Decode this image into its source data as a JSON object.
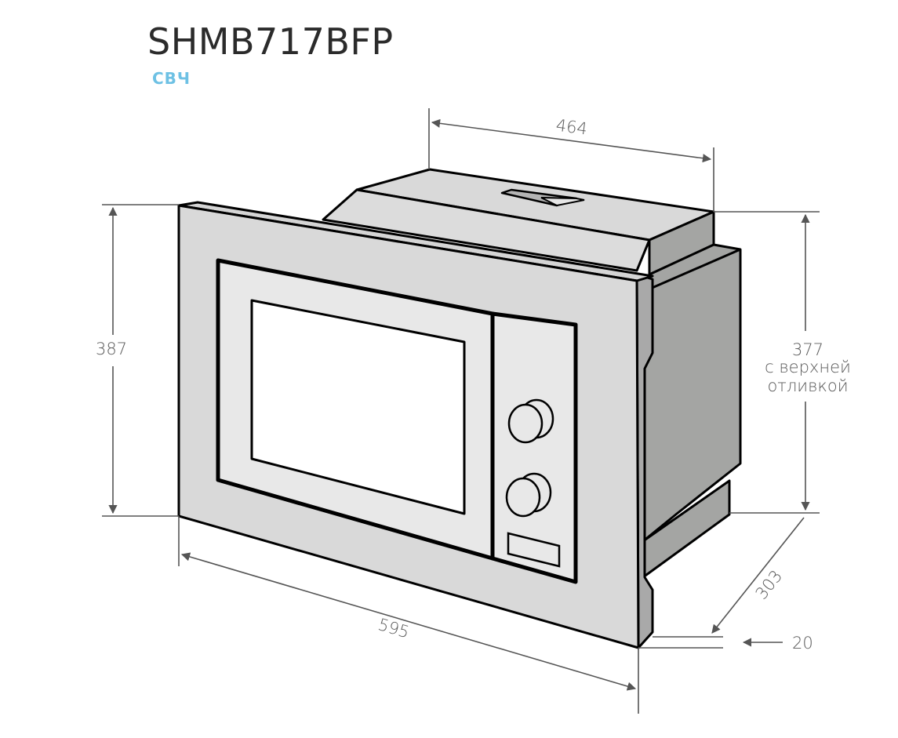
{
  "header": {
    "model": "SHMB717BFP",
    "category": "СВЧ"
  },
  "colors": {
    "title": "#2b2b2b",
    "category": "#6ec1e4",
    "front_panel": "#d9d9d9",
    "door_inner": "#e8e8e8",
    "window": "#ffffff",
    "side_body": "#a4a5a3",
    "outline": "#000000",
    "dimension_line": "#5a5a5a"
  },
  "dimensions": {
    "depth_top": "464",
    "height_front": "387",
    "height_body": "377",
    "height_body_note_1": "с верхней",
    "height_body_note_2": "отливкой",
    "width_front": "595",
    "depth_side": "303",
    "frame_thickness": "20"
  }
}
